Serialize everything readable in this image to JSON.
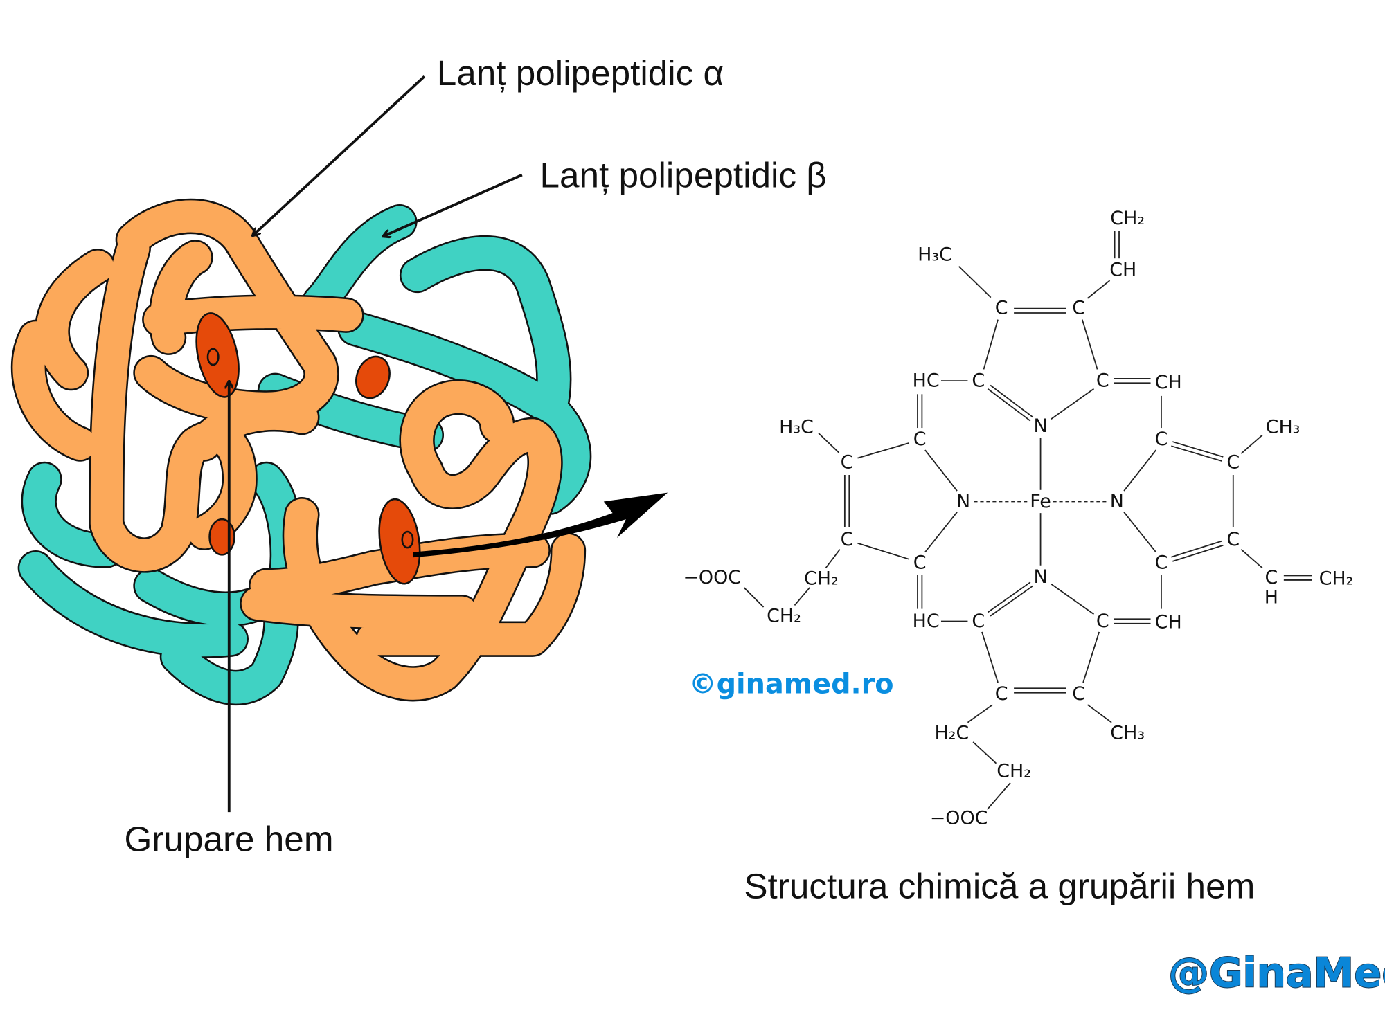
{
  "labels": {
    "alpha_chain": "Lanț polipeptidic α",
    "beta_chain": "Lanț polipeptidic β",
    "heme_group": "Grupare hem",
    "structure_caption": "Structura chimică a grupării hem"
  },
  "watermark": "©ginamed.ro",
  "logo": "@GinaMed",
  "colors": {
    "alpha_orange": "#FCA95A",
    "beta_teal": "#40D2C3",
    "heme_red": "#E54A0A",
    "brand_blue": "#0A8EE0"
  },
  "structure": {
    "atoms": [
      "Fe",
      "N",
      "N",
      "N",
      "N",
      "C",
      "C",
      "C",
      "C",
      "HC",
      "CH",
      "H₃C",
      "CH",
      "CH₂",
      "C",
      "C",
      "C",
      "C",
      "H₃C",
      "CH₂",
      "CH₂",
      "−OOC",
      "C",
      "C",
      "C",
      "C",
      "CH₃",
      "C",
      "H",
      "CH₂",
      "C",
      "C",
      "C",
      "C",
      "HC",
      "CH",
      "H₂C",
      "CH₂",
      "−OOC",
      "CH₃"
    ]
  }
}
